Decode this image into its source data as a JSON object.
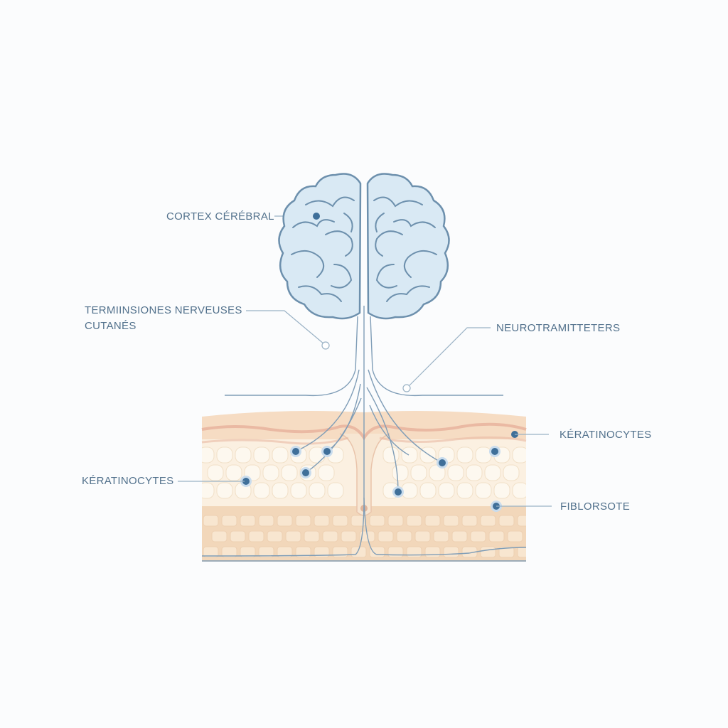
{
  "labels": {
    "cortex": "CORTEX CÉRÉBRAL",
    "terminations_line1": "TERMIINSIONES NERVEUSES",
    "terminations_line2": "CUTANÉS",
    "neurotransmitters": "NEUROTRAMITTETERS",
    "keratinocytes_right": "KÉRATINOCYTES",
    "keratinocytes_left": "KÉRATINOCYTES",
    "fibroblast": "FIBLORSOTE"
  },
  "colors": {
    "brain_fill": "#d9e9f4",
    "brain_outline": "#6d90ad",
    "nerve": "#7f9db7",
    "leader": "#9ab2c5",
    "skin_top": "#f6dcc3",
    "skin_band": "#eab9a3",
    "epidermis": "#fbf0e1",
    "dermis": "#f2d7ba",
    "cell_light": "#fdf8ef",
    "dot": "#3f6f99"
  },
  "icons": [
    "brain-icon",
    "skin-cross-section"
  ]
}
